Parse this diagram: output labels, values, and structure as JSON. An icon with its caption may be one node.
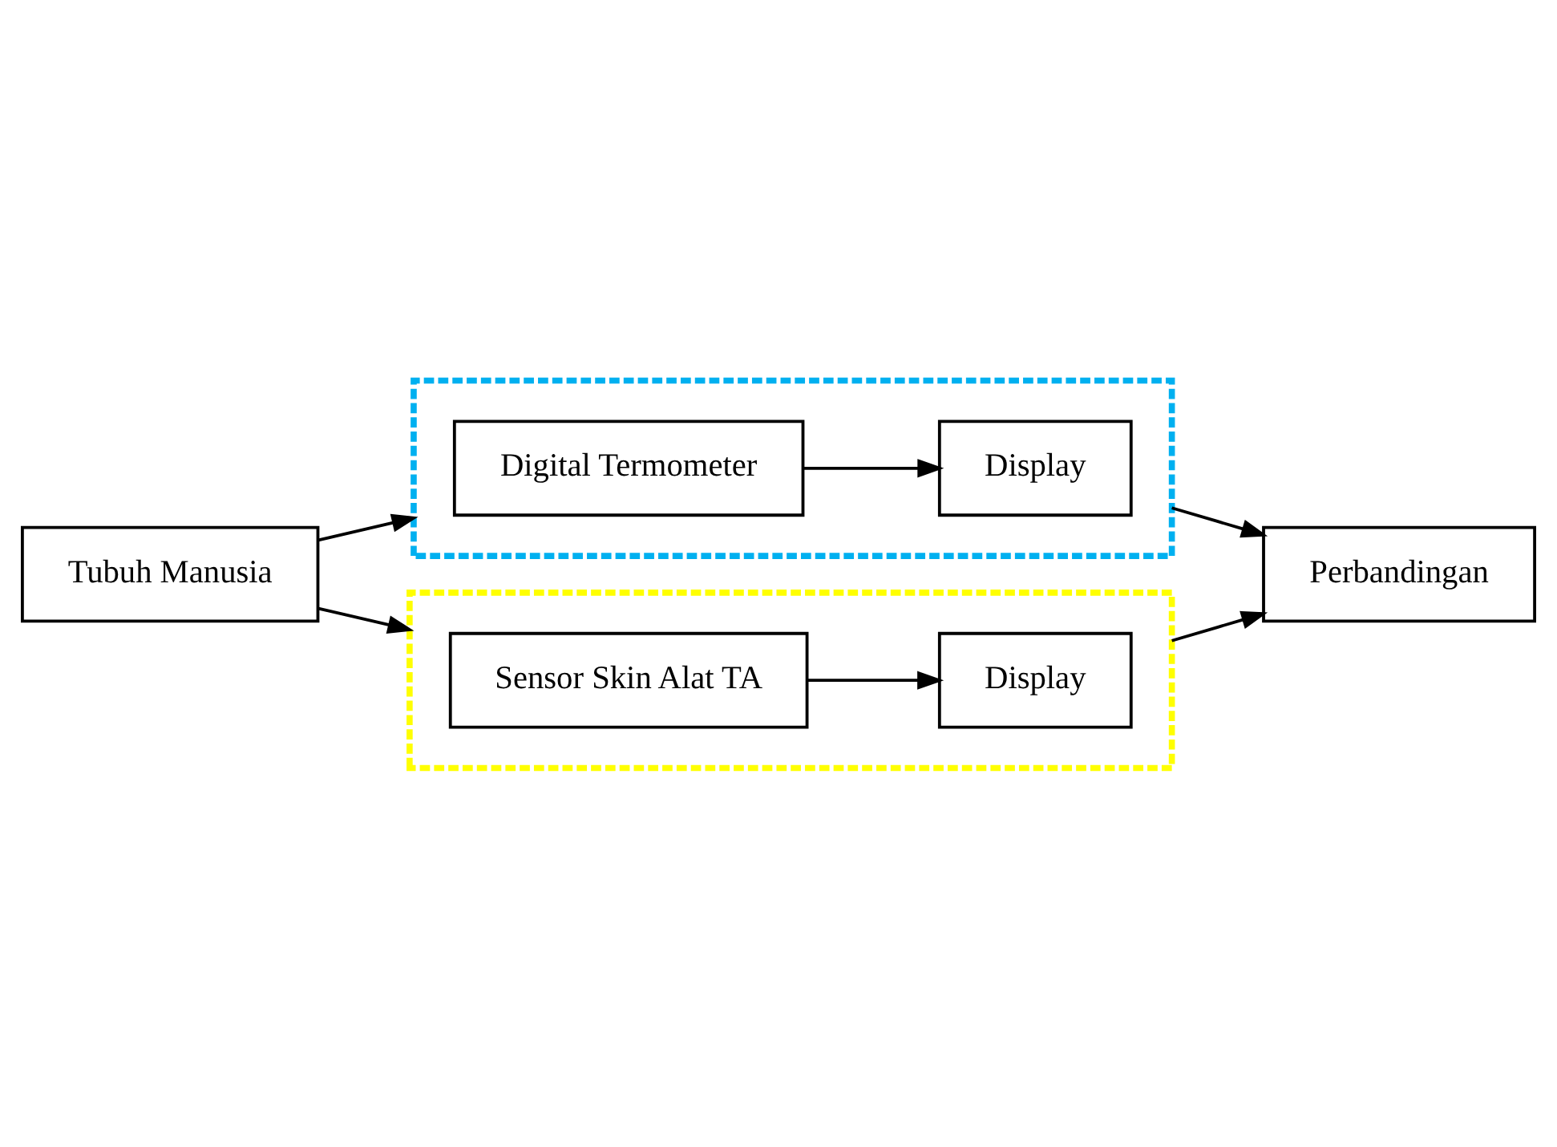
{
  "diagram": {
    "nodes": [
      {
        "text": [
          "Tubuh Manusia"
        ]
      },
      {
        "text": [],
        "shape": "box"
      },
      {
        "text": [
          "Digital Termometer"
        ],
        "in": 1
      },
      {
        "text": [
          "Display"
        ],
        "in": 1
      },
      {
        "text": [
          "Perbandingan"
        ]
      },
      {
        "text": [],
        "shape": "box"
      },
      {
        "text": [
          "Sensor Skin Alat TA"
        ],
        "in": 5
      },
      {
        "text": [
          "Display"
        ],
        "in": 5
      }
    ],
    "edges": [
      {
        "from": 0,
        "to": 1,
        "arrow": "to"
      },
      {
        "from": 2,
        "to": 3,
        "arrow": "to"
      },
      {
        "from": 1,
        "to": 4,
        "arrow": "to"
      },
      {
        "from": 0,
        "to": 5,
        "arrow": "to"
      },
      {
        "from": 6,
        "to": 7,
        "arrow": "to"
      },
      {
        "from": 5,
        "to": 4,
        "arrow": "to"
      }
    ]
  }
}
